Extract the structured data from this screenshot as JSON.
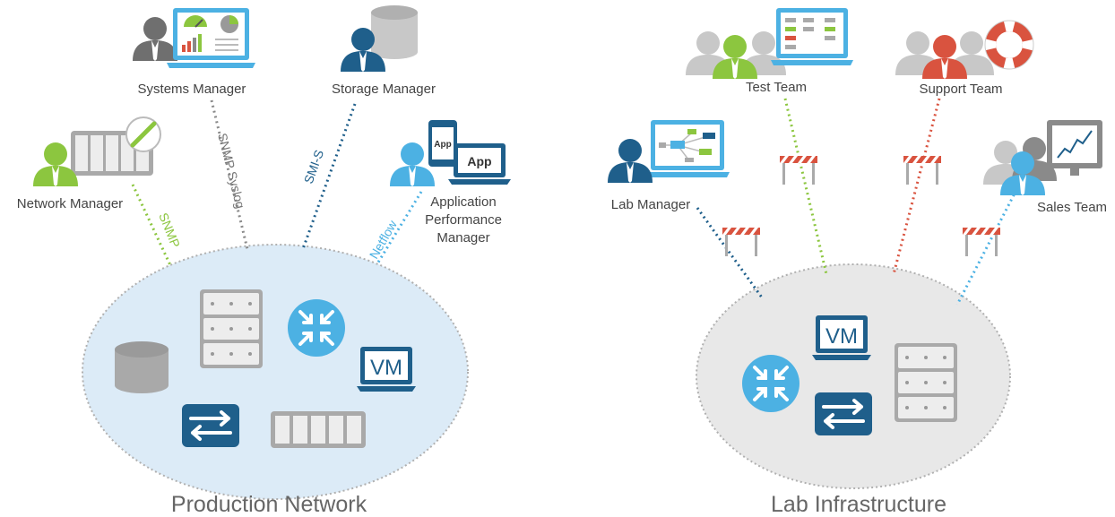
{
  "production": {
    "title": "Production Network",
    "roles": {
      "systems": "Systems Manager",
      "storage": "Storage Manager",
      "network": "Network Manager",
      "app_line1": "Application",
      "app_line2": "Performance",
      "app_line3": "Manager"
    },
    "links": {
      "snmp": "SNMP",
      "snmp_syslog": "SNMP Syslog",
      "smis": "SMI-S",
      "netflow": "Netflow"
    },
    "devices": {
      "vm": "VM",
      "app_phone": "App",
      "app_laptop": "App"
    }
  },
  "lab": {
    "title": "Lab Infrastructure",
    "roles": {
      "test": "Test Team",
      "support": "Support Team",
      "lab_manager": "Lab Manager",
      "sales": "Sales Team"
    },
    "devices": {
      "vm": "VM"
    }
  },
  "colors": {
    "green": "#8cc63f",
    "gray_link": "#8a8a8a",
    "dark_blue": "#1f5f8b",
    "light_blue": "#4cb1e3",
    "red": "#d9533f",
    "dark_gray_person": "#6f6f6f",
    "light_gray_person": "#c8c8c8",
    "production_fill": "#dcebf7",
    "lab_fill": "#e8e8e8"
  }
}
